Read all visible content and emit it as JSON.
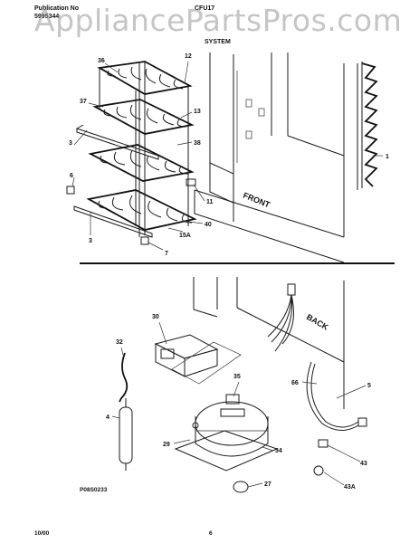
{
  "header": {
    "publication_label": "Publication No",
    "publication_number": "5995344",
    "model": "CFU17",
    "section_title": "SYSTEM"
  },
  "watermark": "AppliancePartsPros.com",
  "upper_diagram": {
    "front_label": "FRONT",
    "callouts": [
      "36",
      "12",
      "37",
      "13",
      "3",
      "38",
      "1",
      "6",
      "11",
      "40",
      "3",
      "15A",
      "7"
    ]
  },
  "lower_diagram": {
    "back_label": "BACK",
    "callouts": [
      "30",
      "32",
      "35",
      "66",
      "5",
      "4",
      "29",
      "34",
      "43",
      "27",
      "43A"
    ],
    "drawing_id": "P08S0233"
  },
  "footer": {
    "date": "10/00",
    "page": "6"
  }
}
